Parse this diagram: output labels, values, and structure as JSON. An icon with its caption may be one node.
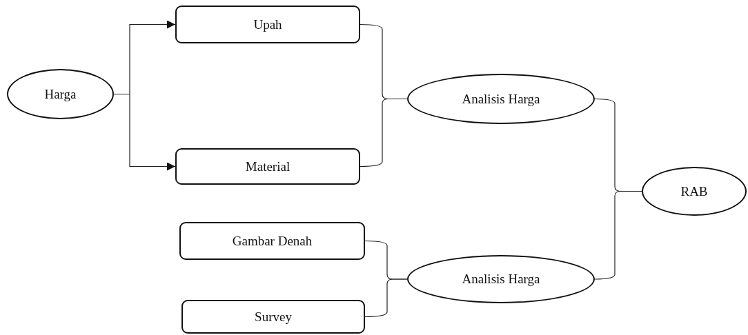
{
  "diagram": {
    "nodes": [
      {
        "text": [
          "Harga"
        ]
      },
      {
        "text": [
          "Upah"
        ]
      },
      {
        "text": [
          "Material"
        ]
      },
      {
        "text": [
          "Analisis Harga"
        ]
      },
      {
        "text": [
          "RAB"
        ]
      },
      {
        "text": [
          "Gambar Denah"
        ]
      },
      {
        "text": [
          "Survey"
        ]
      },
      {
        "text": [
          "Analisis Harga"
        ]
      }
    ],
    "edges": [
      {
        "from": 0,
        "to": 1,
        "arrow": "to"
      },
      {
        "from": 0,
        "to": 2,
        "arrow": "to"
      },
      {
        "from": 1,
        "to": 3,
        "arrow": "none"
      },
      {
        "from": 2,
        "to": 3,
        "arrow": "none"
      },
      {
        "from": 3,
        "to": 4,
        "arrow": "none"
      },
      {
        "from": 7,
        "to": 4,
        "arrow": "none"
      },
      {
        "from": 5,
        "to": 7,
        "arrow": "none"
      },
      {
        "from": 6,
        "to": 7,
        "arrow": "none"
      }
    ]
  }
}
